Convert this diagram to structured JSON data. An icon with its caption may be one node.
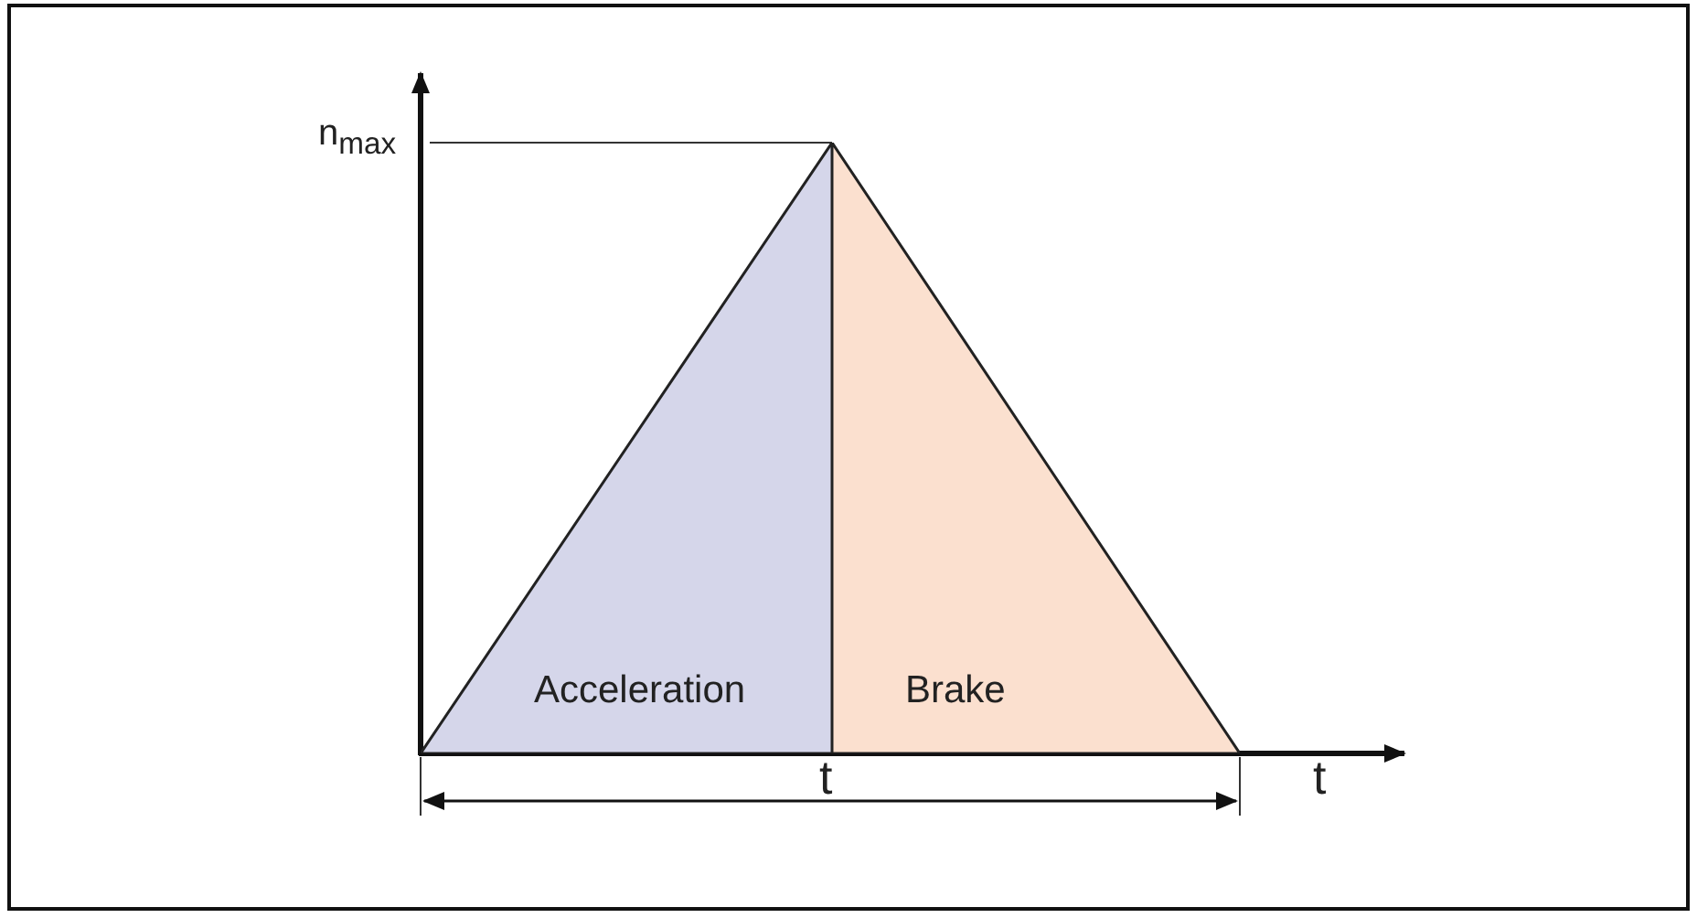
{
  "diagram": {
    "nodes": [
      {
        "text": [
          "Acceleration"
        ]
      },
      {
        "text": [
          "Brake"
        ]
      }
    ],
    "labels": [
      "n$_{max}$",
      "t",
      "t"
    ]
  }
}
